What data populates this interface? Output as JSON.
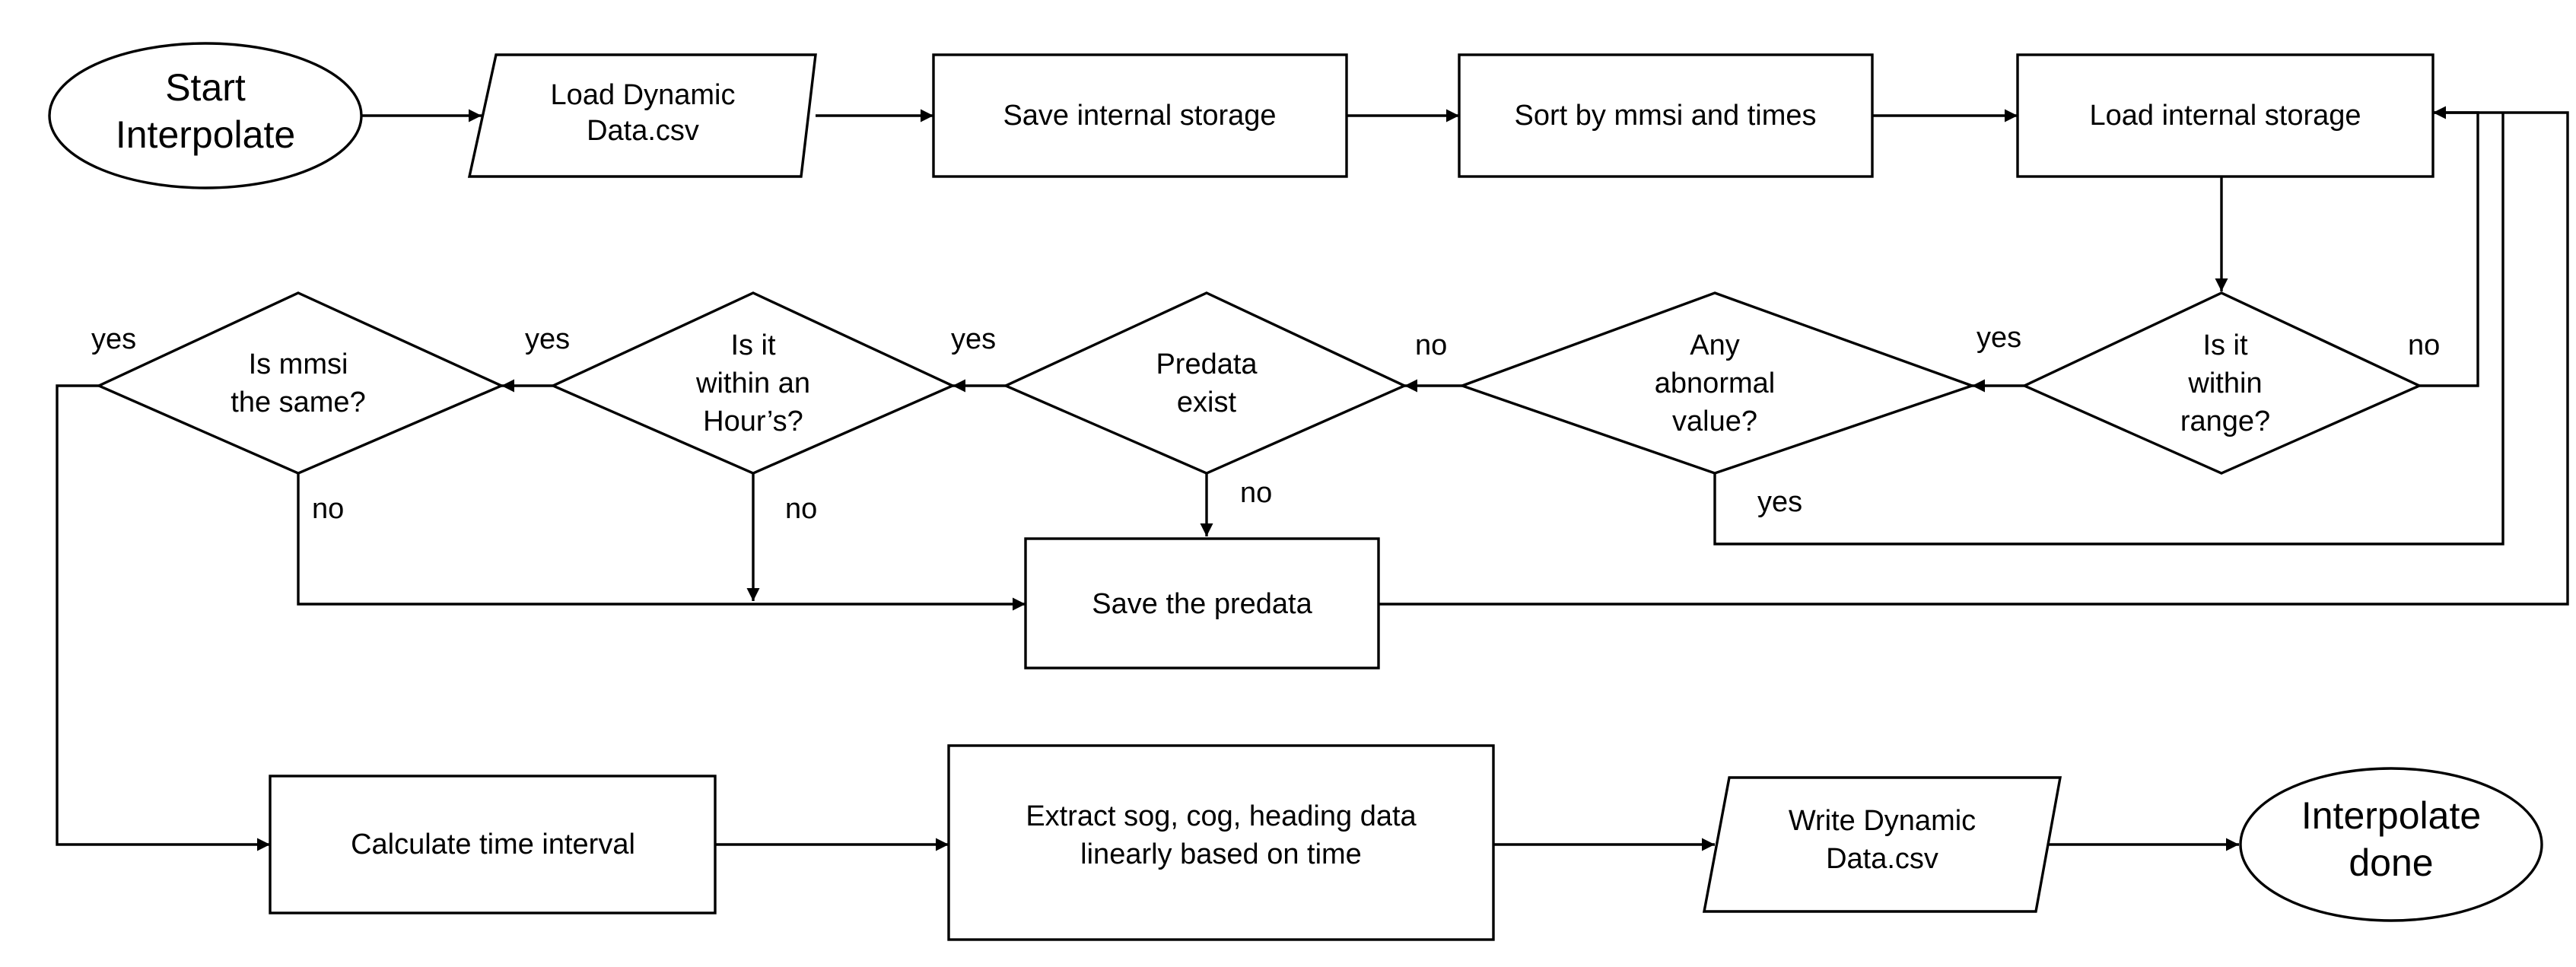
{
  "nodes": {
    "start": {
      "type": "terminal",
      "lines": [
        "Start",
        "Interpolate"
      ]
    },
    "load_csv": {
      "type": "io",
      "lines": [
        "Load Dynamic",
        "Data.csv"
      ]
    },
    "save_storage": {
      "type": "process",
      "lines": [
        "Save internal storage"
      ]
    },
    "sort": {
      "type": "process",
      "lines": [
        "Sort by mmsi and times"
      ]
    },
    "load_storage": {
      "type": "process",
      "lines": [
        "Load internal storage"
      ]
    },
    "in_range": {
      "type": "decision",
      "lines": [
        "Is it",
        "within",
        "range?"
      ]
    },
    "abnormal": {
      "type": "decision",
      "lines": [
        "Any",
        "abnormal",
        "value?"
      ]
    },
    "predata_exist": {
      "type": "decision",
      "lines": [
        "Predata",
        "exist"
      ]
    },
    "within_hour": {
      "type": "decision",
      "lines": [
        "Is it",
        "within an",
        "Hour’s?"
      ]
    },
    "same_mmsi": {
      "type": "decision",
      "lines": [
        "Is mmsi",
        "the same?"
      ]
    },
    "save_predata": {
      "type": "process",
      "lines": [
        "Save the predata"
      ]
    },
    "calc_interval": {
      "type": "process",
      "lines": [
        "Calculate time interval"
      ]
    },
    "extract": {
      "type": "process",
      "lines": [
        "Extract sog, cog, heading data",
        "linearly based on time"
      ]
    },
    "write_csv": {
      "type": "io",
      "lines": [
        "Write Dynamic",
        "Data.csv"
      ]
    },
    "done": {
      "type": "terminal",
      "lines": [
        "Interpolate",
        "done"
      ]
    }
  },
  "edge_labels": {
    "same_mmsi_yes": "yes",
    "same_mmsi_no": "no",
    "within_hour_yes": "yes",
    "within_hour_no": "no",
    "predata_exist_yes": "yes",
    "predata_exist_no": "no",
    "abnormal_no": "no",
    "abnormal_yes": "yes",
    "in_range_yes": "yes",
    "in_range_no": "no"
  },
  "colors": {
    "stroke": "#000000",
    "fill": "#ffffff",
    "background": "#ffffff"
  }
}
